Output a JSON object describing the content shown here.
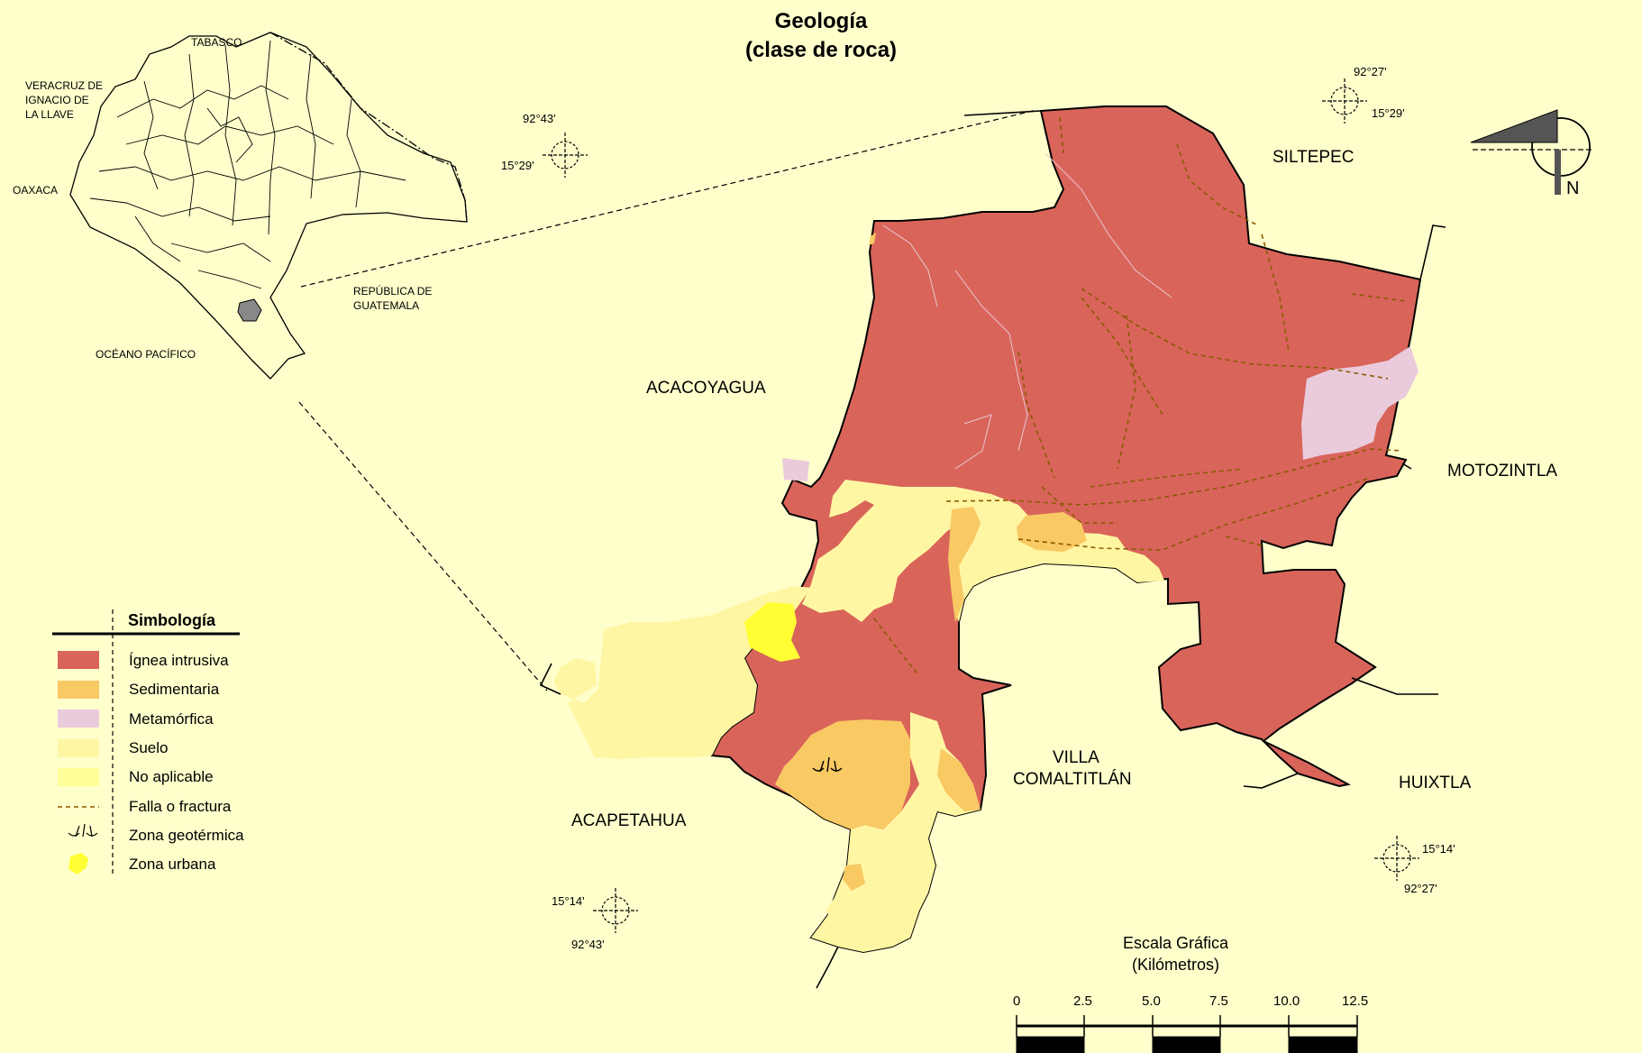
{
  "title_line1": "Geología",
  "title_line2": "(clase de roca)",
  "municipalities": {
    "siltepec": "SILTEPEC",
    "acacoyagua": "ACACOYAGUA",
    "motozintla": "MOTOZINTLA",
    "villa_line1": "VILLA",
    "villa_line2": "COMALTITLÁN",
    "acapetahua": "ACAPETAHUA",
    "huixtla": "HUIXTLA"
  },
  "inset_labels": {
    "tabasco": "TABASCO",
    "veracruz_1": "VERACRUZ DE",
    "veracruz_2": "IGNACIO DE",
    "veracruz_3": "LA LLAVE",
    "oaxaca": "OAXACA",
    "guatemala_1": "REPÚBLICA DE",
    "guatemala_2": "GUATEMALA",
    "pacifico": "OCÉANO PACÍFICO"
  },
  "coordinates": {
    "nw_lon": "92°43'",
    "nw_lat": "15°29'",
    "ne_lon": "92°27'",
    "ne_lat": "15°29'",
    "sw_lat": "15°14'",
    "sw_lon": "92°43'",
    "se_lat": "15°14'",
    "se_lon": "92°27'"
  },
  "north_label": "N",
  "legend": {
    "title": "Simbología",
    "items": [
      {
        "label": "Ígnea intrusiva",
        "color": "#d9645a",
        "symbol": "swatch"
      },
      {
        "label": "Sedimentaria",
        "color": "#f9c963",
        "symbol": "swatch"
      },
      {
        "label": "Metamórfica",
        "color": "#e9cbdc",
        "symbol": "swatch"
      },
      {
        "label": "Suelo",
        "color": "#fff6a3",
        "symbol": "swatch"
      },
      {
        "label": "No aplicable",
        "color": "#ffff99",
        "symbol": "swatch"
      },
      {
        "label": "Falla o fractura",
        "color": "#8b5a00",
        "symbol": "dashed-line"
      },
      {
        "label": "Zona geotérmica",
        "color": "#000000",
        "symbol": "geothermal-icon"
      },
      {
        "label": "Zona urbana",
        "color": "#ffff33",
        "symbol": "urban-icon"
      }
    ]
  },
  "scale": {
    "title_line1": "Escala Gráfica",
    "title_line2": "(Kilómetros)",
    "ticks": [
      "0",
      "2.5",
      "5.0",
      "7.5",
      "10.0",
      "12.5"
    ]
  },
  "colors": {
    "background": "#ffffcc",
    "igneous": "#d9645a",
    "sedimentary": "#f9c963",
    "metamorphic": "#e9cbdc",
    "soil": "#fff6a3",
    "urban": "#ffff33",
    "fault": "#8b5a00",
    "inset_highlight": "#888888"
  }
}
